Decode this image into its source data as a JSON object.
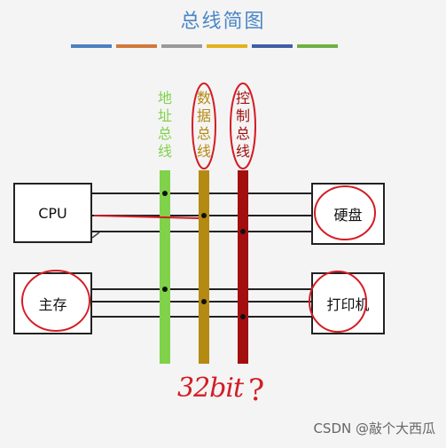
{
  "title": "总线简图",
  "title_color_bars": [
    "#4d7fc0",
    "#d0793a",
    "#9a9a9a",
    "#e3b21c",
    "#3f5ea8",
    "#6fb043"
  ],
  "buses": {
    "address": {
      "label": "地址总线",
      "color": "#7fd24a"
    },
    "data": {
      "label": "数据总线",
      "color": "#b58a12"
    },
    "control": {
      "label": "控制总线",
      "color": "#a30e0e"
    }
  },
  "devices": {
    "cpu": "CPU",
    "disk": "硬盘",
    "memory": "主存",
    "printer": "打印机"
  },
  "annotation": {
    "width_text": "32bit",
    "question": "?"
  },
  "watermark": "CSDN @敲个大西瓜",
  "colors": {
    "annotation_red": "#d41c24"
  }
}
